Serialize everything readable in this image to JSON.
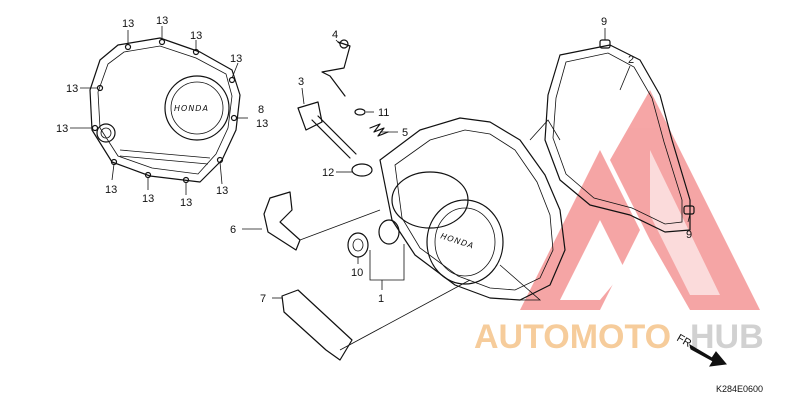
{
  "part_numbers": {
    "p1": "1",
    "p2": "2",
    "p3": "3",
    "p4": "4",
    "p5": "5",
    "p6": "6",
    "p7": "7",
    "p8": "8",
    "p9": "9",
    "p10": "10",
    "p11": "11",
    "p12": "12",
    "p13": "13"
  },
  "brand_emboss": "HONDA",
  "watermark": {
    "part1": "AUTOMOTO",
    "part2": "HUB",
    "color_primary": "#f5c48a",
    "color_secondary": "#c9c9c9",
    "logo_color": "#ee5c5c"
  },
  "direction_marker": "FR.",
  "diagram_code": "K284E0600"
}
